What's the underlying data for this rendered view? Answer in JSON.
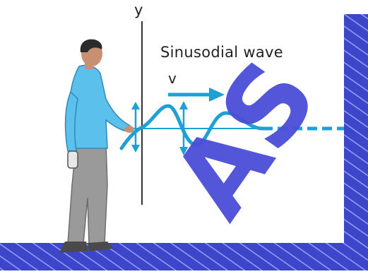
{
  "labels": {
    "axis_y": "y",
    "title": "Sinusodial wave",
    "velocity": "v"
  },
  "watermark": "AS",
  "colors": {
    "wave": "#1e9fd6",
    "wall": "#3d45c8",
    "wall_hatch": "#9ea8ff",
    "shirt": "#5cc0ec",
    "pants": "#9a9a9a",
    "hair": "#2b2b2b",
    "skin": "#c98f72",
    "watermark": "#4a4ed6"
  },
  "icons": {
    "direction_arrow": "arrow-right-icon",
    "oscillation_arrows": "double-headed-vertical-arrow-icon"
  }
}
